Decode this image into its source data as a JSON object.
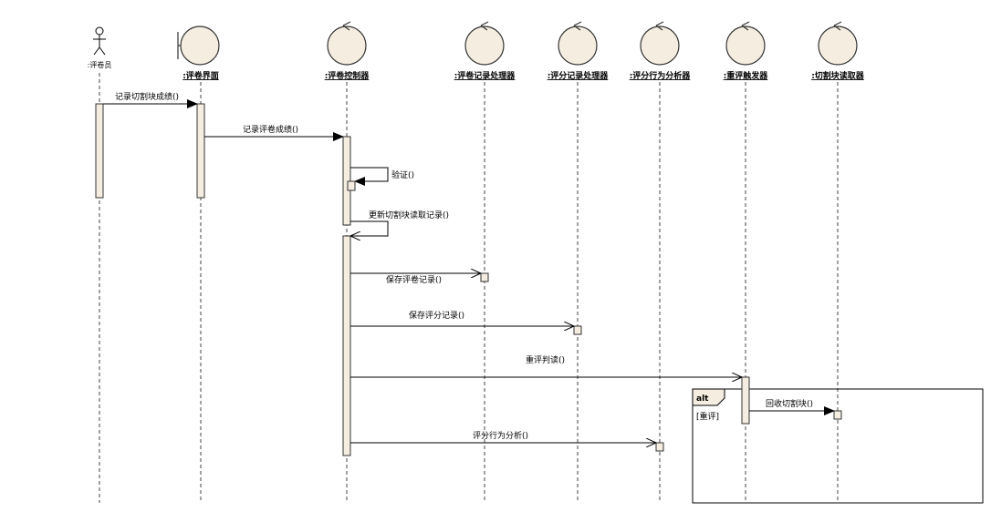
{
  "lifelines": [
    {
      "id": "reviewer",
      "name": ":评卷员",
      "kind": "actor"
    },
    {
      "id": "ui",
      "name": ":评卷界面",
      "kind": "boundary"
    },
    {
      "id": "ctrl",
      "name": ":评卷控制器",
      "kind": "control"
    },
    {
      "id": "rec",
      "name": ":评卷记录处理器",
      "kind": "control"
    },
    {
      "id": "score",
      "name": ":评分记录处理器",
      "kind": "control"
    },
    {
      "id": "behav",
      "name": ":评分行为分析器",
      "kind": "control"
    },
    {
      "id": "retrig",
      "name": ":重评触发器",
      "kind": "control"
    },
    {
      "id": "reader",
      "name": ":切割块读取器",
      "kind": "control"
    }
  ],
  "messages": [
    {
      "id": "m1",
      "label": "记录切割块成绩()"
    },
    {
      "id": "m2",
      "label": "记录评卷成绩()"
    },
    {
      "id": "m3",
      "label": "验证()"
    },
    {
      "id": "m4",
      "label": "更新切割块读取记录()"
    },
    {
      "id": "m5",
      "label": "保存评卷记录()"
    },
    {
      "id": "m6",
      "label": "保存评分记录()"
    },
    {
      "id": "m7",
      "label": "重评判读()"
    },
    {
      "id": "m8",
      "label": "回收切割块()"
    },
    {
      "id": "m9",
      "label": "评分行为分析()"
    }
  ],
  "fragment": {
    "operator": "alt",
    "guard": "[重评]"
  },
  "colors": {
    "activation_fill": "#f5ede0",
    "line": "#000000"
  }
}
